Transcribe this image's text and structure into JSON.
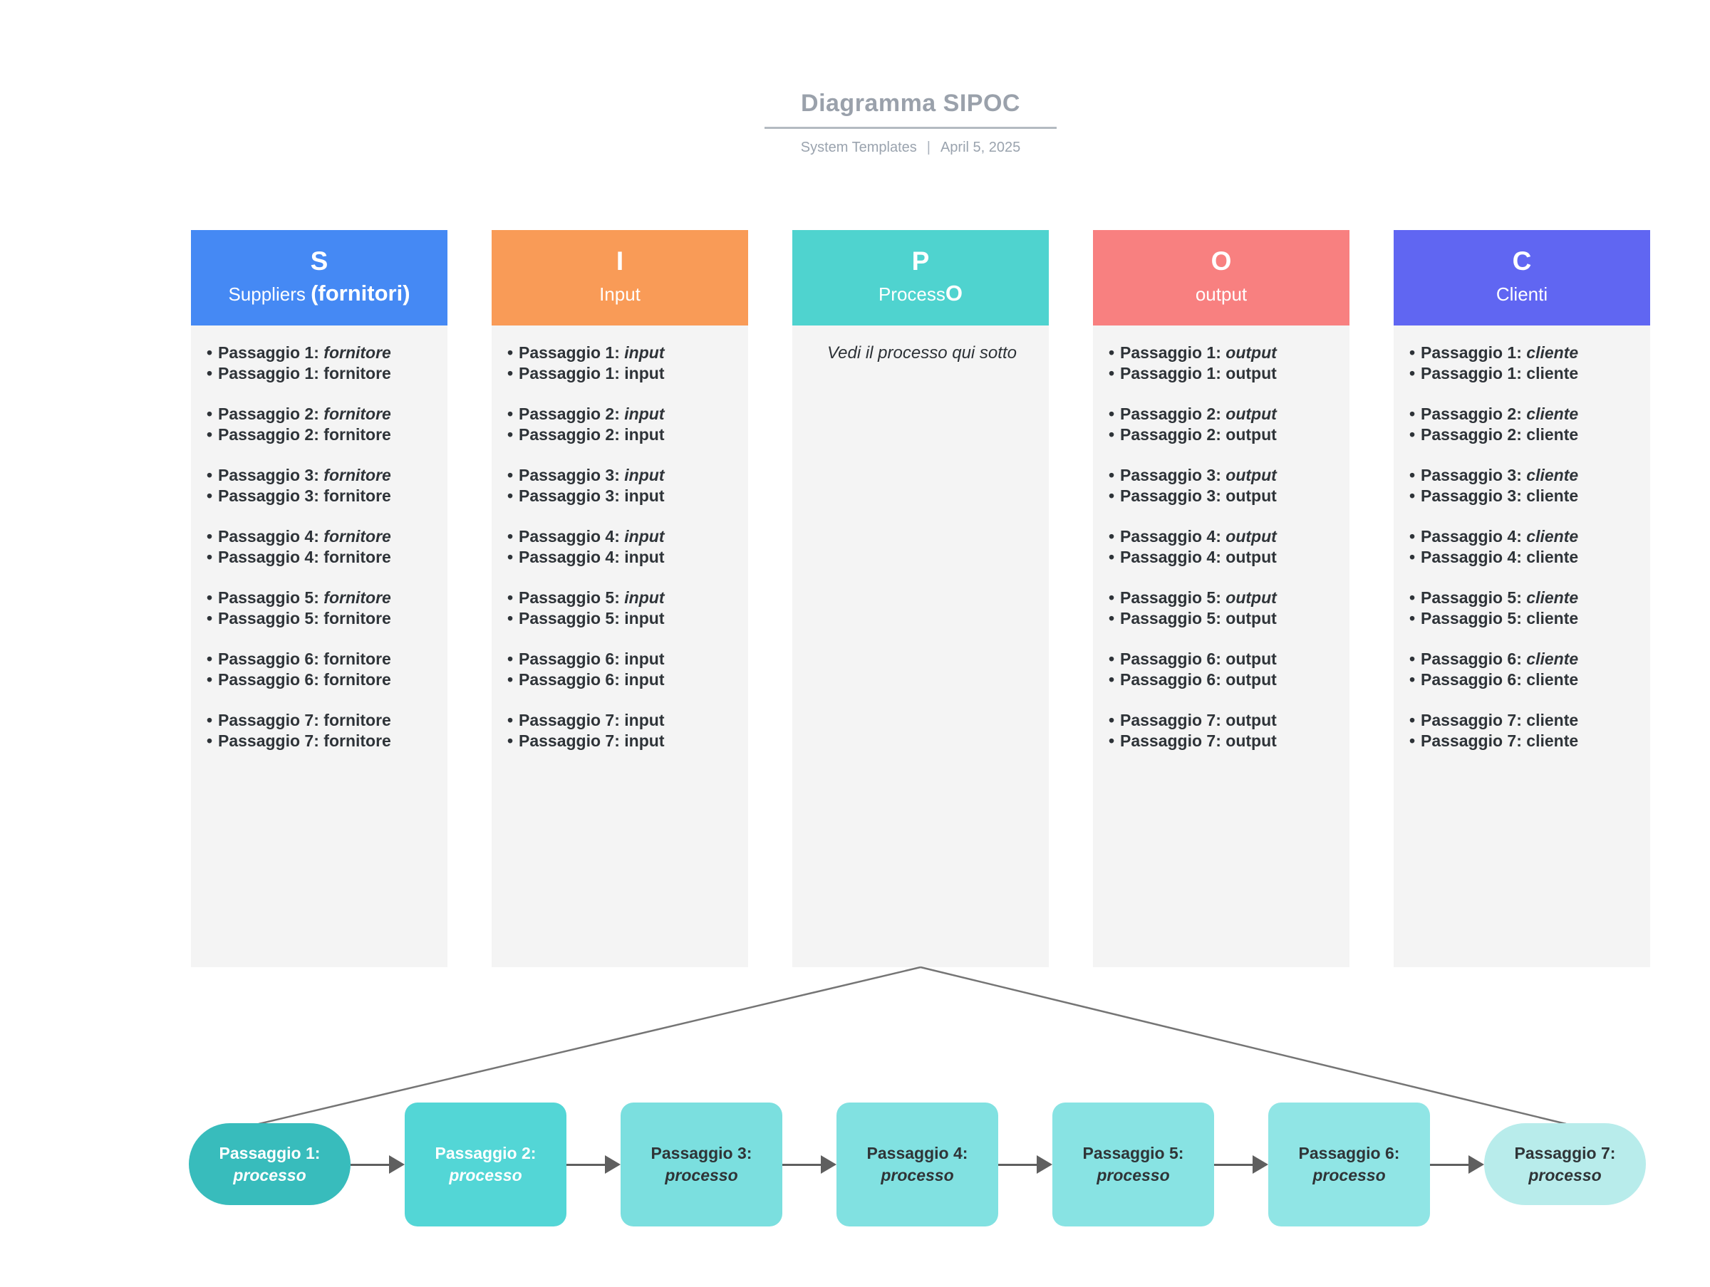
{
  "title": {
    "heading": "Diagramma SIPOC",
    "source": "System Templates",
    "separator": "|",
    "date": "April 5, 2025"
  },
  "columns": [
    {
      "key": "suppliers",
      "letter": "S",
      "subtitle_regular": "Suppliers ",
      "subtitle_bold": "(fornitori)",
      "header_color": "#4589F4",
      "type": "list",
      "entries": [
        {
          "label": "Passaggio 1:",
          "term": "fornitore",
          "first_line_italic": true
        },
        {
          "label": "Passaggio 2:",
          "term": "fornitore",
          "first_line_italic": true
        },
        {
          "label": "Passaggio 3:",
          "term": "fornitore",
          "first_line_italic": true
        },
        {
          "label": "Passaggio 4:",
          "term": "fornitore",
          "first_line_italic": true
        },
        {
          "label": "Passaggio 5:",
          "term": "fornitore",
          "first_line_italic": true
        },
        {
          "label": "Passaggio 6:",
          "term": "fornitore",
          "first_line_italic": false
        },
        {
          "label": "Passaggio 7:",
          "term": "fornitore",
          "first_line_italic": false
        }
      ]
    },
    {
      "key": "input",
      "letter": "I",
      "subtitle_regular": "Input",
      "subtitle_bold": "",
      "header_color": "#F99B57",
      "type": "list",
      "entries": [
        {
          "label": "Passaggio 1:",
          "term": "input",
          "first_line_italic": true
        },
        {
          "label": "Passaggio 2:",
          "term": "input",
          "first_line_italic": true
        },
        {
          "label": "Passaggio 3:",
          "term": "input",
          "first_line_italic": true
        },
        {
          "label": "Passaggio 4:",
          "term": "input",
          "first_line_italic": true
        },
        {
          "label": "Passaggio 5:",
          "term": "input",
          "first_line_italic": true
        },
        {
          "label": "Passaggio 6:",
          "term": "input",
          "first_line_italic": false
        },
        {
          "label": "Passaggio 7:",
          "term": "input",
          "first_line_italic": false
        }
      ]
    },
    {
      "key": "process",
      "letter": "P",
      "subtitle_regular": "Process",
      "subtitle_bold": "O",
      "header_color": "#4FD3CF",
      "type": "note",
      "note": "Vedi il processo qui sotto"
    },
    {
      "key": "output",
      "letter": "O",
      "subtitle_regular": "output",
      "subtitle_bold": "",
      "header_color": "#F88080",
      "type": "list",
      "entries": [
        {
          "label": "Passaggio 1:",
          "term": "output",
          "first_line_italic": true
        },
        {
          "label": "Passaggio 2:",
          "term": "output",
          "first_line_italic": true
        },
        {
          "label": "Passaggio 3:",
          "term": "output",
          "first_line_italic": true
        },
        {
          "label": "Passaggio 4:",
          "term": "output",
          "first_line_italic": true
        },
        {
          "label": "Passaggio 5:",
          "term": "output",
          "first_line_italic": true
        },
        {
          "label": "Passaggio 6:",
          "term": "output",
          "first_line_italic": false
        },
        {
          "label": "Passaggio 7:",
          "term": "output",
          "first_line_italic": false
        }
      ]
    },
    {
      "key": "clients",
      "letter": "C",
      "subtitle_regular": "Clienti",
      "subtitle_bold": "",
      "header_color": "#6066F2",
      "type": "list",
      "entries": [
        {
          "label": "Passaggio 1:",
          "term": "cliente",
          "first_line_italic": true
        },
        {
          "label": "Passaggio 2:",
          "term": "cliente",
          "first_line_italic": true
        },
        {
          "label": "Passaggio 3:",
          "term": "cliente",
          "first_line_italic": true
        },
        {
          "label": "Passaggio 4:",
          "term": "cliente",
          "first_line_italic": true
        },
        {
          "label": "Passaggio 5:",
          "term": "cliente",
          "first_line_italic": true
        },
        {
          "label": "Passaggio 6:",
          "term": "cliente",
          "first_line_italic": true
        },
        {
          "label": "Passaggio 7:",
          "term": "cliente",
          "first_line_italic": false
        }
      ]
    }
  ],
  "process_flow": {
    "steps": [
      {
        "label": "Passaggio 1:",
        "term": "processo",
        "bg": "#38BCBC",
        "text_color": "#FFFFFF",
        "shape": "pill"
      },
      {
        "label": "Passaggio 2:",
        "term": "processo",
        "bg": "#53D6D6",
        "text_color": "#FFFFFF",
        "shape": "rect"
      },
      {
        "label": "Passaggio 3:",
        "term": "processo",
        "bg": "#7BDFDF",
        "text_color": "#2F3437",
        "shape": "rect"
      },
      {
        "label": "Passaggio 4:",
        "term": "processo",
        "bg": "#81E1E1",
        "text_color": "#2F3437",
        "shape": "rect"
      },
      {
        "label": "Passaggio 5:",
        "term": "processo",
        "bg": "#88E3E3",
        "text_color": "#2F3437",
        "shape": "rect"
      },
      {
        "label": "Passaggio 6:",
        "term": "processo",
        "bg": "#90E5E5",
        "text_color": "#2F3437",
        "shape": "rect"
      },
      {
        "label": "Passaggio 7:",
        "term": "processo",
        "bg": "#B8ECEB",
        "text_color": "#2F3437",
        "shape": "pill"
      }
    ],
    "connector_color": "#757575",
    "arrow_color": "#5F5F5F"
  }
}
